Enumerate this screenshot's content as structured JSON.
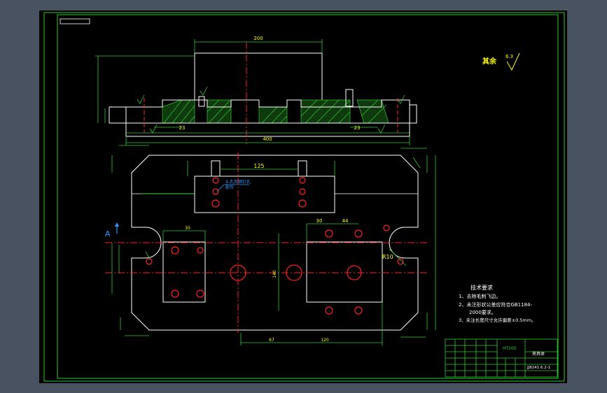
{
  "colors": {
    "background": "#495260",
    "canvas": "#000000",
    "frame": "#2ecc2e",
    "outline": "#ffffff",
    "dimension": "#2ecc2e",
    "center_line": "#ff2020",
    "hole": "#ff2020",
    "hatch": "#2ecc2e",
    "text_yellow": "#ffff00",
    "text_white": "#ffffff",
    "title_green": "#2ecc2e",
    "leader_blue": "#3399ff"
  },
  "dimensions": {
    "top_length": "200",
    "bottom_length": "400",
    "hole_spacing_top": "125",
    "plate_dim_30a": "30",
    "plate_dim_30b": "30",
    "plate_dim_44": "44",
    "plate_radius": "R10",
    "bottom_dim_67": "67",
    "bottom_dim_120": "120",
    "section_dim_23_left": "23",
    "section_dim_23_right": "23",
    "side_height": "140"
  },
  "roughness": {
    "label": "其余",
    "value": "6.3"
  },
  "section_label": "A",
  "leader_note": [
    "4-孔及销钉孔",
    "配作"
  ],
  "technical_requirements": {
    "title": "技术要求",
    "items": [
      "1、去除毛刺飞边。",
      "2、未注形状公差应符合GB1184-",
      "2000要求。",
      "3、未注长度尺寸允许偏差±0.5mm。"
    ]
  },
  "title_block": {
    "material": "HT200",
    "part_name": "夹具体",
    "drawing_no": "JJ8241.6.2-1"
  }
}
